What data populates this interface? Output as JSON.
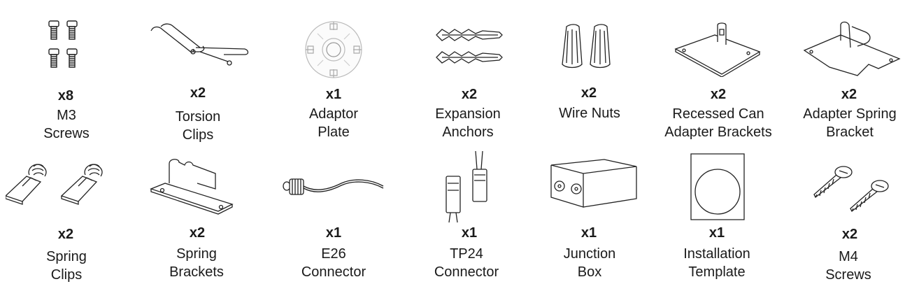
{
  "items": [
    {
      "qty": "x8",
      "label": [
        "M3",
        "Screws"
      ],
      "icon": "m3-screws-icon"
    },
    {
      "qty": "x2",
      "label": [
        "Torsion",
        "Clips"
      ],
      "icon": "torsion-clips-icon"
    },
    {
      "qty": "x1",
      "label": [
        "Adaptor",
        "Plate"
      ],
      "icon": "adaptor-plate-icon"
    },
    {
      "qty": "x2",
      "label": [
        "Expansion",
        "Anchors"
      ],
      "icon": "expansion-anchors-icon"
    },
    {
      "qty": "x2",
      "label": [
        "Wire Nuts"
      ],
      "icon": "wire-nuts-icon"
    },
    {
      "qty": "x2",
      "label": [
        "Recessed Can",
        "Adapter Brackets"
      ],
      "icon": "recessed-can-bracket-icon"
    },
    {
      "qty": "x2",
      "label": [
        "Adapter Spring",
        "Bracket"
      ],
      "icon": "adapter-spring-bracket-icon"
    },
    {
      "qty": "x2",
      "label": [
        "Spring",
        "Clips"
      ],
      "icon": "spring-clips-icon"
    },
    {
      "qty": "x2",
      "label": [
        "Spring",
        "Brackets"
      ],
      "icon": "spring-brackets-icon"
    },
    {
      "qty": "x1",
      "label": [
        "E26",
        "Connector"
      ],
      "icon": "e26-connector-icon"
    },
    {
      "qty": "x1",
      "label": [
        "TP24",
        "Connector"
      ],
      "icon": "tp24-connector-icon"
    },
    {
      "qty": "x1",
      "label": [
        "Junction",
        "Box"
      ],
      "icon": "junction-box-icon"
    },
    {
      "qty": "x1",
      "label": [
        "Installation",
        "Template"
      ],
      "icon": "installation-template-icon"
    },
    {
      "qty": "x2",
      "label": [
        "M4",
        "Screws"
      ],
      "icon": "m4-screws-icon"
    }
  ]
}
